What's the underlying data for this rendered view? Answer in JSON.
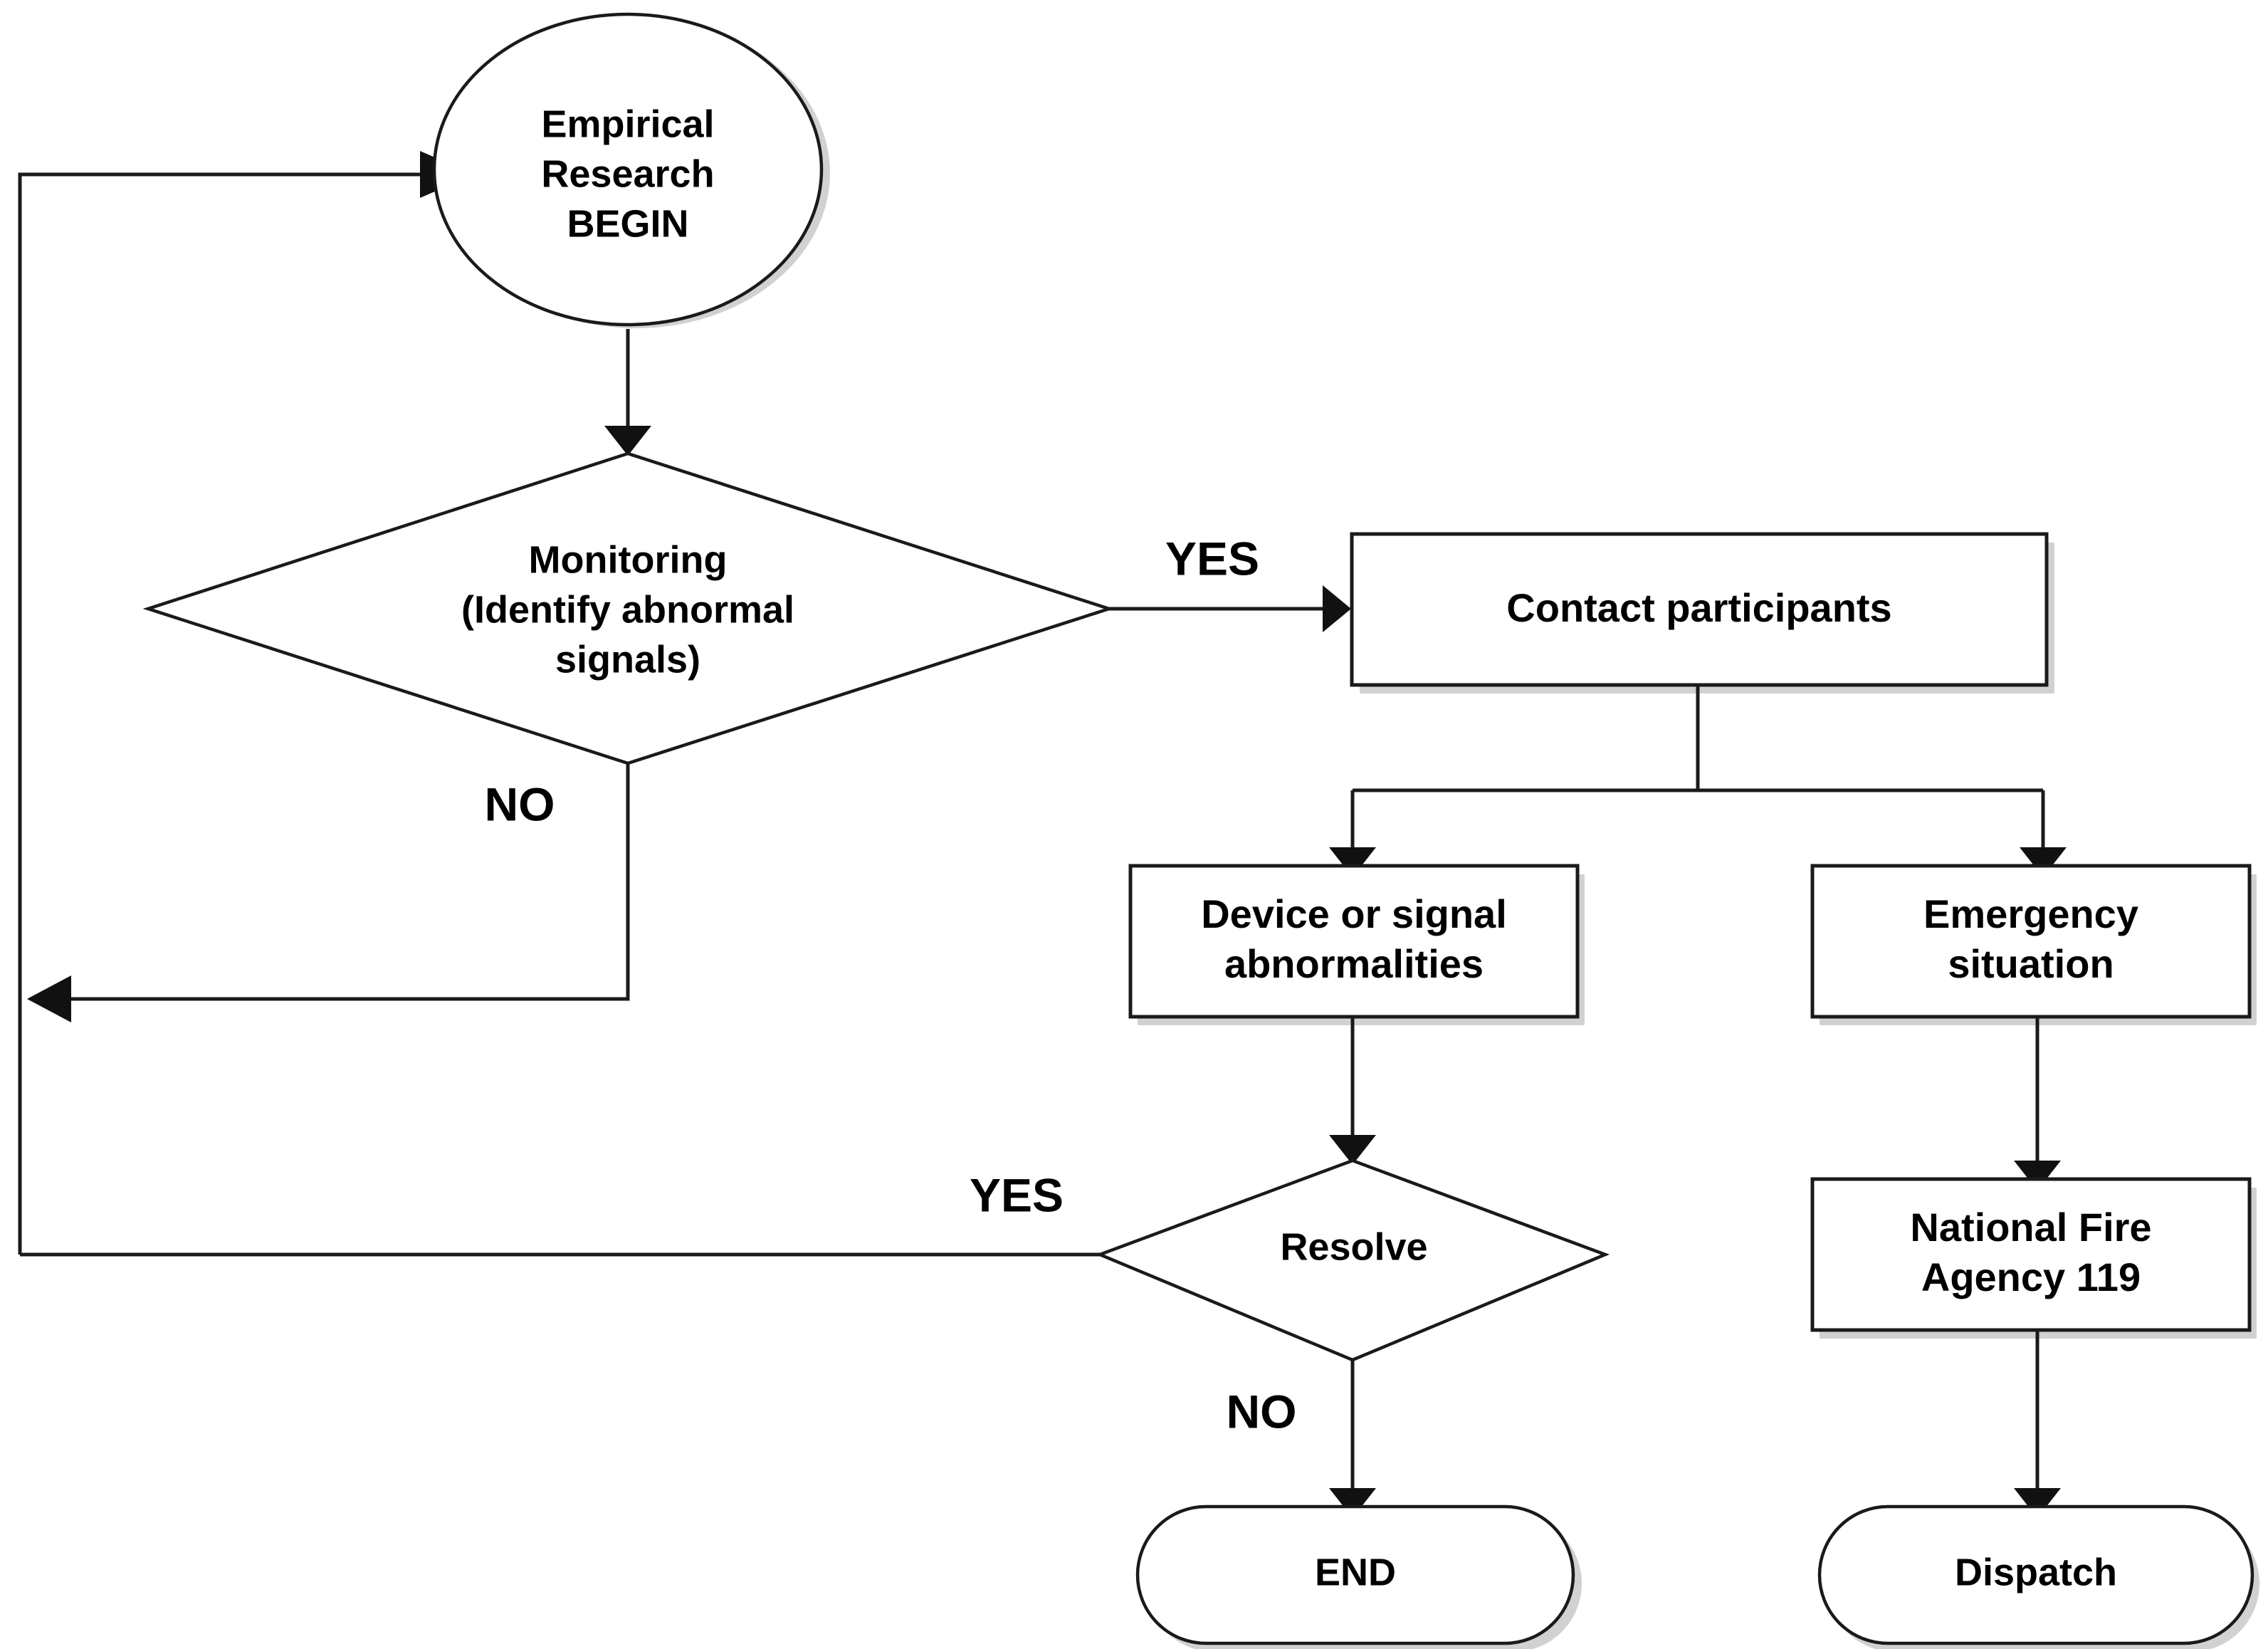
{
  "diagram": {
    "title": "Empirical research monitoring and emergency response flowchart",
    "background_color": "#ffffff",
    "line_color": "#1a1a1a",
    "text_color": "#000000",
    "nodes": {
      "start": {
        "shape": "circle",
        "lines": [
          "Empirical",
          "Research",
          "BEGIN"
        ]
      },
      "monitoring": {
        "shape": "diamond",
        "lines": [
          "Monitoring",
          "(Identify abnormal",
          "signals)"
        ]
      },
      "contact": {
        "shape": "rectangle",
        "lines": [
          "Contact participants"
        ]
      },
      "device": {
        "shape": "rectangle",
        "lines": [
          "Device or signal",
          "abnormalities"
        ]
      },
      "emergency": {
        "shape": "rectangle",
        "lines": [
          "Emergency",
          "situation"
        ]
      },
      "resolve": {
        "shape": "diamond",
        "lines": [
          "Resolve"
        ]
      },
      "fire_agency": {
        "shape": "rectangle",
        "lines": [
          "National Fire",
          "Agency 119"
        ]
      },
      "end": {
        "shape": "terminator",
        "lines": [
          "END"
        ]
      },
      "dispatch": {
        "shape": "terminator",
        "lines": [
          "Dispatch"
        ]
      }
    },
    "edge_labels": {
      "monitoring_yes": "YES",
      "monitoring_no": "NO",
      "resolve_yes": "YES",
      "resolve_no": "NO"
    }
  }
}
